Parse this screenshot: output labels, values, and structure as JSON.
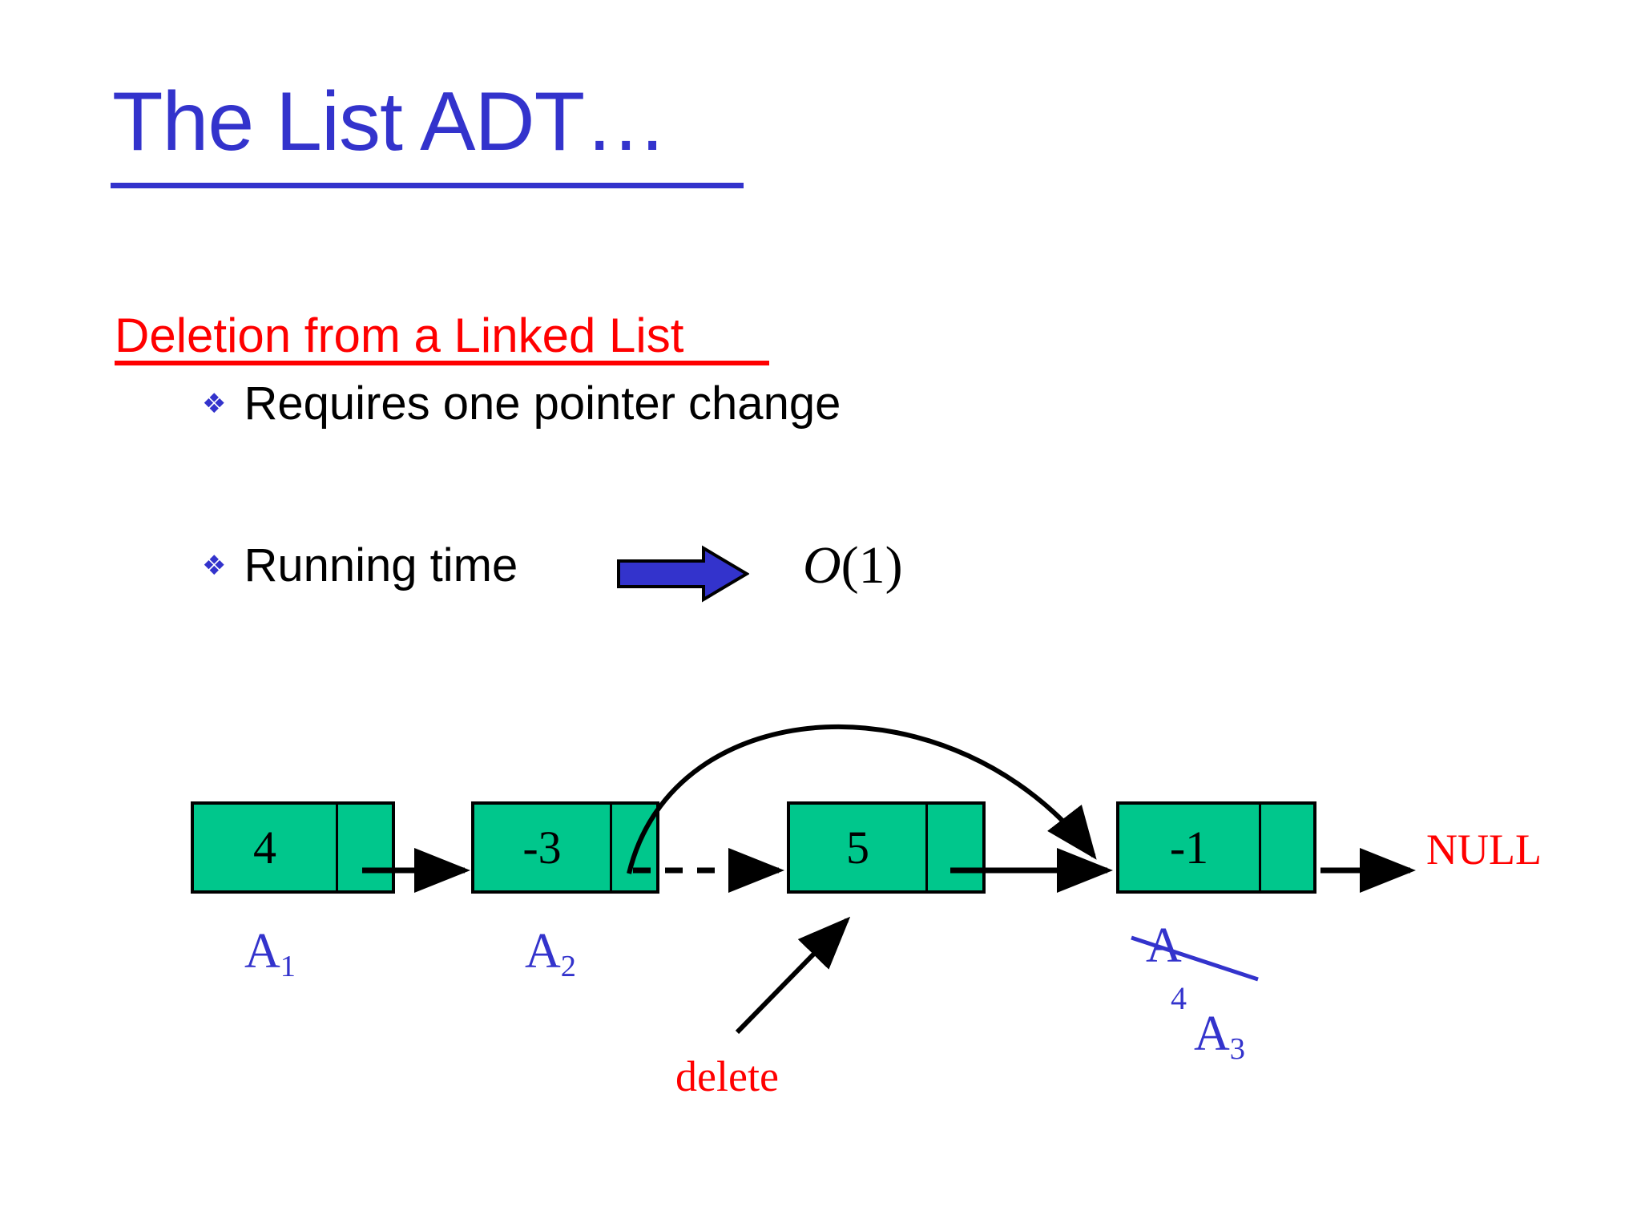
{
  "slide": {
    "title": "The List ADT…",
    "section_heading": "Deletion from a Linked List",
    "bullets": [
      {
        "marker": "❖",
        "text": "Requires one pointer change"
      },
      {
        "marker": "❖",
        "text": "Running time"
      }
    ],
    "complexity": {
      "symbol": "O",
      "argument": "(1)"
    },
    "colors": {
      "title_blue": "#3333CC",
      "heading_red": "#FF0000",
      "node_green": "#00C78C",
      "arrow_blue": "#3333CC",
      "text_black": "#000000"
    }
  },
  "diagram": {
    "type": "linked-list",
    "nodes": [
      {
        "value": "4",
        "label": "A",
        "label_sub": "1",
        "struck": false
      },
      {
        "value": "-3",
        "label": "A",
        "label_sub": "2",
        "struck": false
      },
      {
        "value": "5",
        "label": "",
        "label_sub": "",
        "struck": false
      },
      {
        "value": "-1",
        "label": "A",
        "label_sub": "4",
        "struck": true,
        "relabel": "A",
        "relabel_sub": "3"
      }
    ],
    "terminator": "NULL",
    "annotations": [
      {
        "name": "delete",
        "text": "delete",
        "color": "#FF0000",
        "points_to_node_value": "5"
      }
    ],
    "links": [
      {
        "from": "4",
        "to": "-3",
        "style": "solid"
      },
      {
        "from": "-3",
        "to": "5",
        "style": "dashed"
      },
      {
        "from": "5",
        "to": "-1",
        "style": "solid"
      },
      {
        "from": "-1",
        "to": "NULL",
        "style": "solid"
      },
      {
        "from": "-3",
        "to": "-1",
        "style": "curved-solid"
      }
    ]
  }
}
